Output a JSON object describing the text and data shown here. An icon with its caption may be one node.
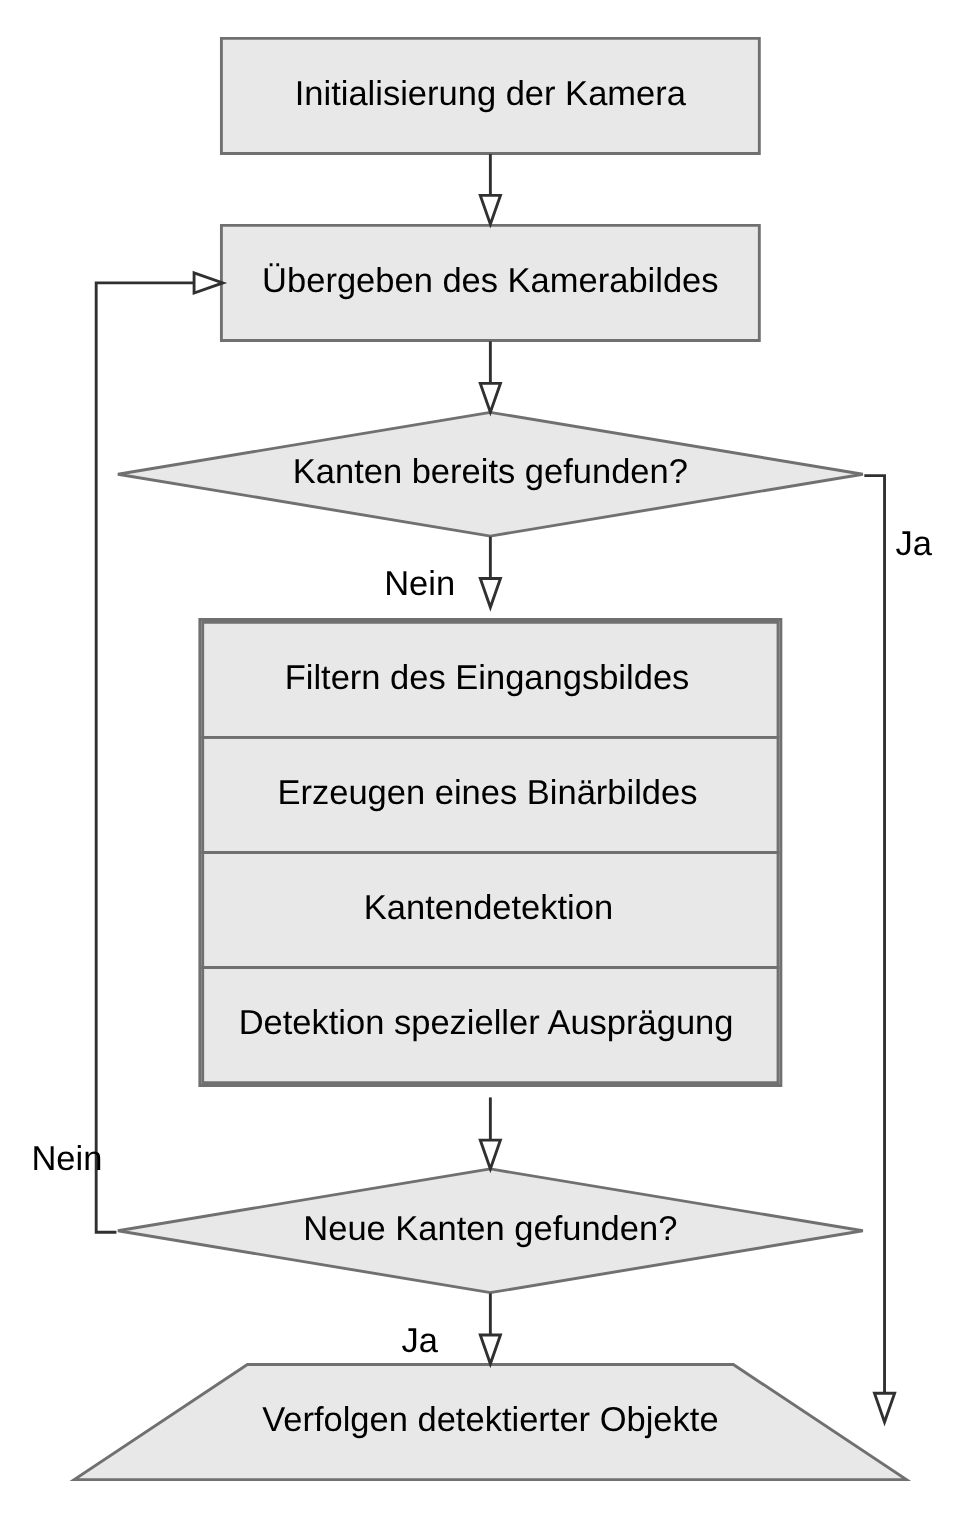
{
  "diagram": {
    "nodes": [
      {
        "text": [
          "Initialisierung der Kamera"
        ]
      },
      {
        "text": [
          "Übergeben des Kamerabildes"
        ]
      },
      {
        "text": [
          "Kanten bereits gefunden?"
        ]
      },
      {
        "text": [
          "Filtern des Eingangsbildes",
          "Erzeugen eines Binärbildes",
          "Kantendetektion",
          "Detektion spezieller Ausprägung"
        ]
      },
      {
        "text": [
          "Neue Kanten gefunden?"
        ]
      },
      {
        "text": [
          "Verfolgen detektierter Objekte"
        ]
      }
    ],
    "edges": [
      {
        "from": 0,
        "to": 1,
        "arrow": "to"
      },
      {
        "from": 1,
        "to": 2,
        "arrow": "to"
      },
      {
        "from": 2,
        "to": 3,
        "arrow": "to",
        "label": "Nein"
      },
      {
        "from": 3,
        "to": 4,
        "arrow": "to"
      },
      {
        "from": 4,
        "to": 1,
        "arrow": "to",
        "label": "Nein"
      },
      {
        "from": 4,
        "to": 5,
        "arrow": "to",
        "label": "Ja"
      },
      {
        "from": 2,
        "to": 5,
        "arrow": "to",
        "label": "Ja"
      }
    ]
  }
}
